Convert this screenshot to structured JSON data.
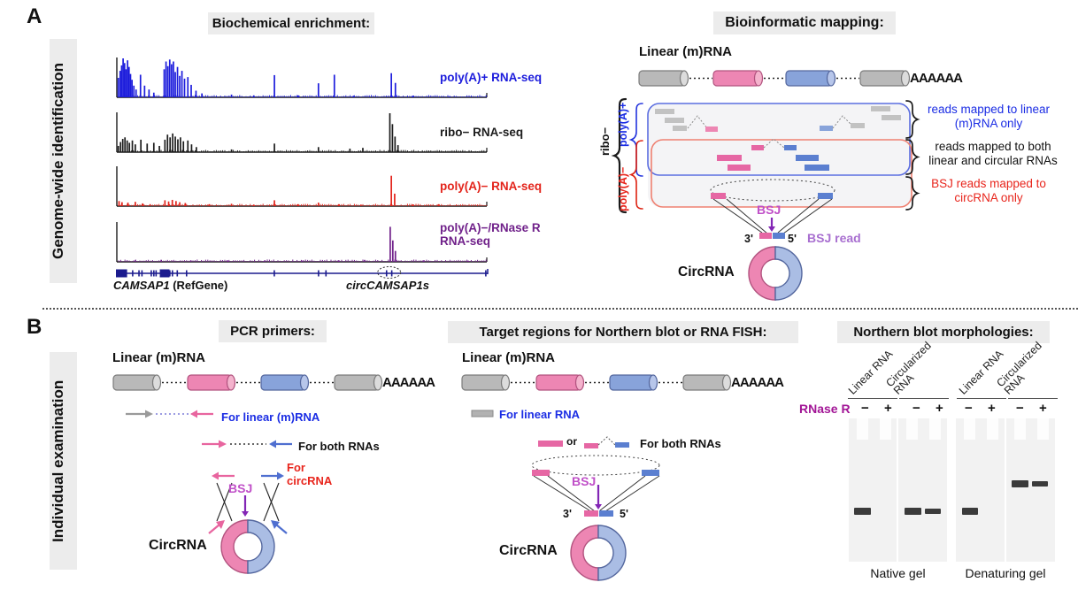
{
  "colors": {
    "pink": "#ed86b3",
    "pink_stroke": "#b2537f",
    "pink_cap": "#f4b3cd",
    "blue": "#88a3da",
    "blue_stroke": "#54679e",
    "blue_cap": "#b7c6ea",
    "donut_blue": "#aabde4",
    "gray": "#b9b9b9",
    "gray_stroke": "#7c7c7c",
    "gray_cap": "#dcdcdc",
    "read_gray": "#c2c2c2",
    "magenta": "#c050c8",
    "violet": "#a86fd0",
    "purple_arrow": "#8326b5",
    "red_text": "#e8251c",
    "blue_text": "#1b2de4",
    "gene": "#1b1b8e"
  },
  "panelA": {
    "letter": "A",
    "side_label": "Genome-wide identification",
    "biochemical": {
      "header": "Biochemical enrichment:",
      "tracks": [
        {
          "label": "poly(A)+ RNA-seq",
          "color": "#1c1cdc",
          "peaks": [
            [
              0.004,
              0.5
            ],
            [
              0.009,
              0.68
            ],
            [
              0.013,
              0.82
            ],
            [
              0.017,
              1.0
            ],
            [
              0.021,
              0.88
            ],
            [
              0.025,
              0.72
            ],
            [
              0.029,
              0.95
            ],
            [
              0.033,
              0.78
            ],
            [
              0.037,
              0.6
            ],
            [
              0.041,
              0.45
            ],
            [
              0.046,
              0.3
            ],
            [
              0.052,
              0.2
            ],
            [
              0.064,
              0.58
            ],
            [
              0.075,
              0.3
            ],
            [
              0.087,
              0.2
            ],
            [
              0.1,
              0.12
            ],
            [
              0.128,
              0.72
            ],
            [
              0.133,
              0.92
            ],
            [
              0.138,
              0.8
            ],
            [
              0.143,
              0.97
            ],
            [
              0.148,
              0.85
            ],
            [
              0.153,
              0.92
            ],
            [
              0.158,
              0.65
            ],
            [
              0.164,
              0.78
            ],
            [
              0.17,
              0.55
            ],
            [
              0.176,
              0.68
            ],
            [
              0.183,
              0.48
            ],
            [
              0.192,
              0.52
            ],
            [
              0.201,
              0.32
            ],
            [
              0.214,
              0.17
            ],
            [
              0.23,
              0.1
            ],
            [
              0.31,
              0.07
            ],
            [
              0.37,
              0.05
            ],
            [
              0.426,
              0.57
            ],
            [
              0.49,
              0.05
            ],
            [
              0.545,
              0.36
            ],
            [
              0.588,
              0.58
            ],
            [
              0.64,
              0.04
            ],
            [
              0.742,
              0.62
            ],
            [
              0.753,
              0.37
            ],
            [
              0.8,
              0.04
            ],
            [
              0.9,
              0.03
            ]
          ]
        },
        {
          "label": "ribo− RNA-seq",
          "color": "#1c1c1c",
          "peaks": [
            [
              0.004,
              0.16
            ],
            [
              0.01,
              0.26
            ],
            [
              0.016,
              0.34
            ],
            [
              0.022,
              0.38
            ],
            [
              0.028,
              0.3
            ],
            [
              0.034,
              0.24
            ],
            [
              0.042,
              0.3
            ],
            [
              0.05,
              0.2
            ],
            [
              0.065,
              0.32
            ],
            [
              0.082,
              0.22
            ],
            [
              0.1,
              0.24
            ],
            [
              0.115,
              0.16
            ],
            [
              0.13,
              0.32
            ],
            [
              0.137,
              0.45
            ],
            [
              0.144,
              0.38
            ],
            [
              0.151,
              0.48
            ],
            [
              0.158,
              0.4
            ],
            [
              0.165,
              0.33
            ],
            [
              0.172,
              0.38
            ],
            [
              0.18,
              0.28
            ],
            [
              0.192,
              0.3
            ],
            [
              0.202,
              0.2
            ],
            [
              0.215,
              0.13
            ],
            [
              0.31,
              0.07
            ],
            [
              0.426,
              0.22
            ],
            [
              0.545,
              0.13
            ],
            [
              0.63,
              0.09
            ],
            [
              0.665,
              0.11
            ],
            [
              0.738,
              1.0
            ],
            [
              0.745,
              0.72
            ],
            [
              0.752,
              0.4
            ],
            [
              0.76,
              0.18
            ]
          ]
        },
        {
          "label": "poly(A)− RNA-seq",
          "color": "#e3241b",
          "peaks": [
            [
              0.006,
              0.13
            ],
            [
              0.014,
              0.1
            ],
            [
              0.03,
              0.09
            ],
            [
              0.05,
              0.11
            ],
            [
              0.07,
              0.07
            ],
            [
              0.09,
              0.05
            ],
            [
              0.13,
              0.15
            ],
            [
              0.14,
              0.12
            ],
            [
              0.15,
              0.16
            ],
            [
              0.16,
              0.13
            ],
            [
              0.17,
              0.1
            ],
            [
              0.185,
              0.08
            ],
            [
              0.25,
              0.05
            ],
            [
              0.31,
              0.06
            ],
            [
              0.37,
              0.04
            ],
            [
              0.426,
              0.15
            ],
            [
              0.49,
              0.05
            ],
            [
              0.545,
              0.09
            ],
            [
              0.6,
              0.05
            ],
            [
              0.66,
              0.04
            ],
            [
              0.742,
              0.78
            ],
            [
              0.751,
              0.32
            ],
            [
              0.8,
              0.04
            ],
            [
              0.87,
              0.05
            ]
          ]
        },
        {
          "label": "poly(A)−/RNase R\nRNA-seq",
          "color": "#70218a",
          "peaks": [
            [
              0.05,
              0.04
            ],
            [
              0.12,
              0.05
            ],
            [
              0.2,
              0.04
            ],
            [
              0.3,
              0.03
            ],
            [
              0.4,
              0.04
            ],
            [
              0.5,
              0.03
            ],
            [
              0.6,
              0.04
            ],
            [
              0.67,
              0.05
            ],
            [
              0.739,
              0.9
            ],
            [
              0.746,
              0.55
            ],
            [
              0.753,
              0.28
            ],
            [
              0.83,
              0.04
            ],
            [
              0.95,
              0.03
            ]
          ]
        }
      ],
      "gene": {
        "name": "CAMSAP1",
        "refgene": "(RefGene)",
        "circ": "circCAMSAP1s",
        "exon_blocks": [
          [
            0.0,
            0.03
          ],
          [
            0.118,
            0.026
          ]
        ],
        "exon_ticks": [
          0.045,
          0.062,
          0.07,
          0.095,
          0.102,
          0.108,
          0.145,
          0.152,
          0.165,
          0.19,
          0.426,
          0.545,
          0.565,
          0.728,
          0.742,
          0.995
        ]
      }
    },
    "mapping": {
      "header": "Bioinformatic mapping:",
      "linear_label": "Linear (m)RNA",
      "tail": "AAAAAA",
      "ribo": "ribo−",
      "polya_plus": "poly(A)+",
      "polya_minus": "poly(A)−",
      "ann_linear": "reads mapped to linear (m)RNA only",
      "ann_both": "reads mapped to both linear and circular RNAs",
      "ann_bsj": "BSJ reads mapped to circRNA only",
      "bsj": "BSJ",
      "bsj_read": "BSJ read",
      "p3": "3'",
      "p5": "5'",
      "circ": "CircRNA"
    }
  },
  "panelB": {
    "letter": "B",
    "side_label": "Individual examination",
    "pcr": {
      "header": "PCR primers:",
      "linear_label": "Linear (m)RNA",
      "tail": "AAAAAA",
      "for_linear": "For linear (m)RNA",
      "for_both": "For both RNAs",
      "for_circ": "For circRNA",
      "bsj": "BSJ",
      "circ": "CircRNA"
    },
    "target": {
      "header": "Target regions for Northern blot or RNA FISH:",
      "linear_label": "Linear (m)RNA",
      "tail": "AAAAAA",
      "for_linear": "For linear RNA",
      "or_word": "or",
      "for_both": "For both RNAs",
      "bsj": "BSJ",
      "p3": "3'",
      "p5": "5'",
      "circ": "CircRNA"
    },
    "northern": {
      "header": "Northern blot morphologies:",
      "rnase": "RNase R",
      "minus": "−",
      "plus": "+",
      "lane_titles": [
        "Linear RNA",
        "Circularized RNA",
        "Linear RNA",
        "Circularized RNA"
      ],
      "gel_labels": [
        "Native gel",
        "Denaturing gel"
      ],
      "gels": [
        [
          959,
          473,
          54,
          162
        ],
        [
          1015,
          473,
          55,
          162
        ],
        [
          1080,
          473,
          55,
          162
        ],
        [
          1137,
          473,
          55,
          162
        ]
      ],
      "bands": [
        [
          965,
          574,
          19,
          8
        ],
        [
          1022,
          574,
          19,
          8
        ],
        [
          1045,
          575,
          18,
          6
        ],
        [
          1087,
          574,
          18,
          8
        ],
        [
          1143,
          543,
          19,
          8
        ],
        [
          1166,
          544,
          18,
          6
        ]
      ]
    }
  }
}
